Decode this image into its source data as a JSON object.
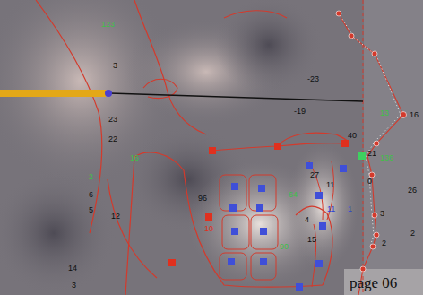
{
  "diagram": {
    "labels": [
      "123",
      "3",
      "23",
      "22",
      "16",
      "2",
      "6",
      "5",
      "12",
      "14",
      "3",
      "-23",
      "-19",
      "13",
      "16",
      "40",
      "21",
      "136",
      "27",
      "11",
      "0",
      "26",
      "96",
      "64",
      "11",
      "1",
      "3",
      "4",
      "15",
      "2",
      "2",
      "10",
      "90",
      "page 06"
    ]
  }
}
